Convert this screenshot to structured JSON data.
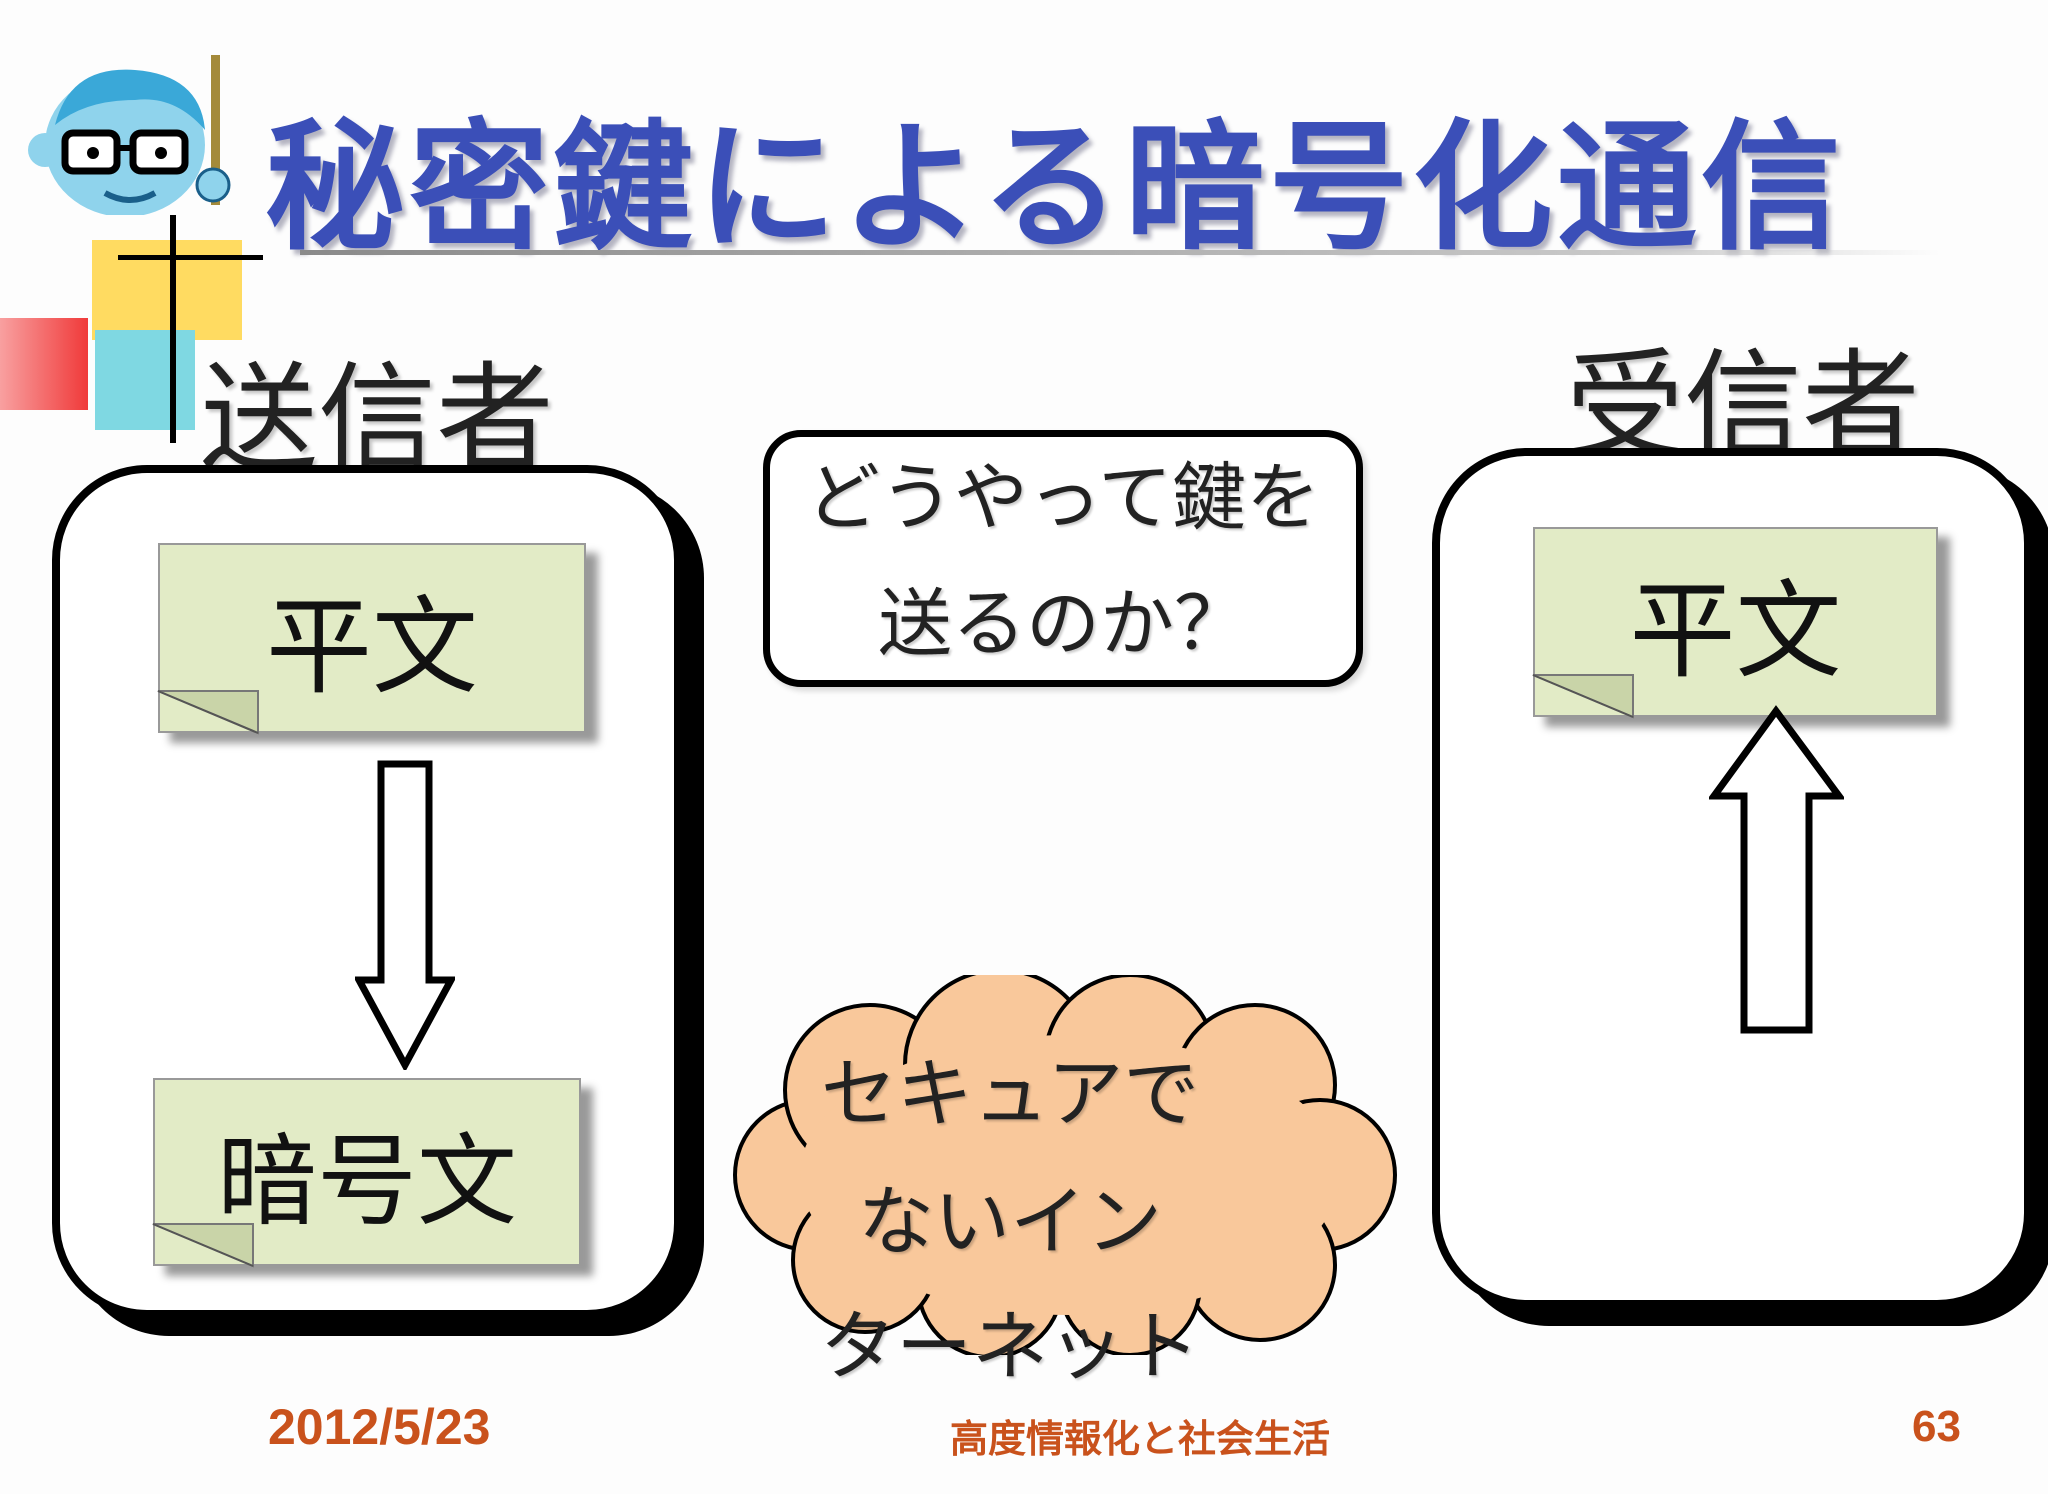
{
  "title": "秘密鍵による暗号化通信",
  "sender": {
    "label": "送信者",
    "plaintext": "平文",
    "ciphertext": "暗号文"
  },
  "receiver": {
    "label": "受信者",
    "plaintext": "平文"
  },
  "question": {
    "line1": "どうやって鍵を",
    "line2": "送るのか？"
  },
  "cloud": {
    "line1": "セキュアで",
    "line2": "ないイン",
    "line3": "ターネット"
  },
  "footer": {
    "date": "2012/5/23",
    "course": "高度情報化と社会生活",
    "page": "63"
  },
  "colors": {
    "title": "#3b4fb8",
    "note_fill": "#e2ebc6",
    "cloud_fill": "#f9c89b",
    "footer": "#c9521c"
  }
}
